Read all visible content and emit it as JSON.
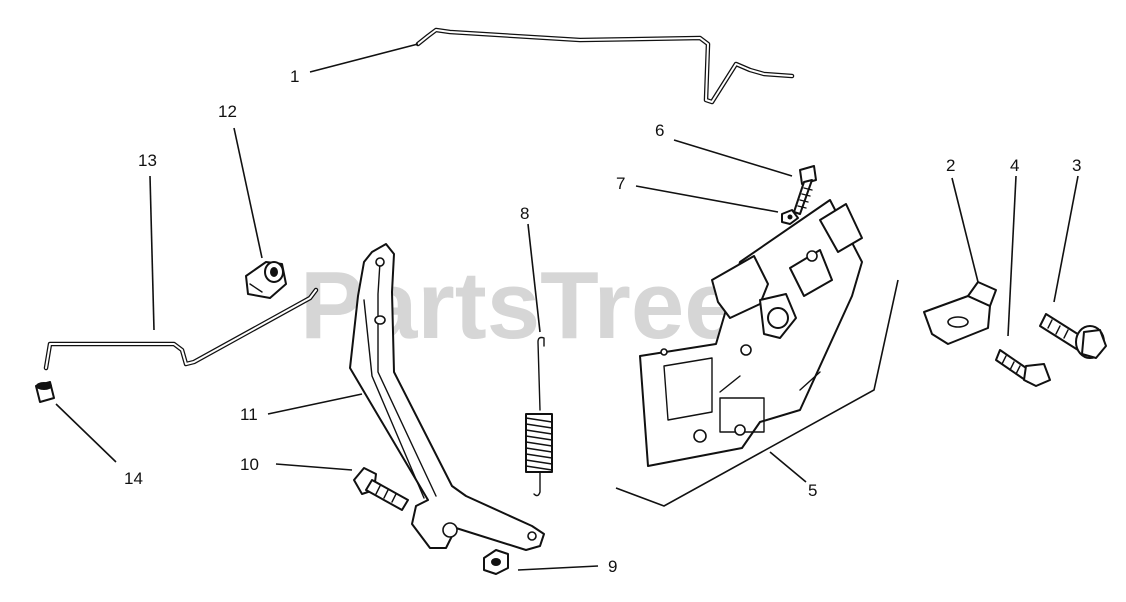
{
  "watermark": "PartsTree",
  "callouts": {
    "n1": "1",
    "n2": "2",
    "n3": "3",
    "n4": "4",
    "n5": "5",
    "n6": "6",
    "n7": "7",
    "n8": "8",
    "n9": "9",
    "n10": "10",
    "n11": "11",
    "n12": "12",
    "n13": "13",
    "n14": "14"
  }
}
